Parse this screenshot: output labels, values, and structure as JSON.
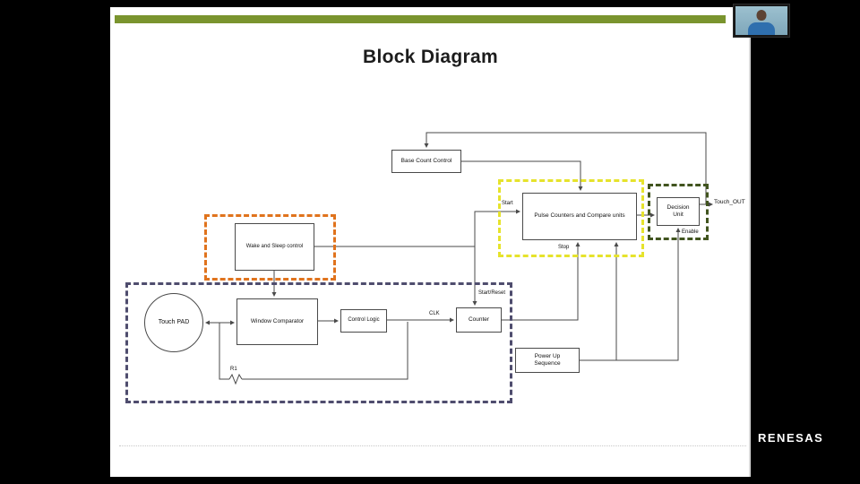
{
  "slide": {
    "title": "Block Diagram"
  },
  "branding": {
    "logo_text": "RENESAS"
  },
  "diagram": {
    "blocks": {
      "base_count_control": "Base Count Control",
      "pulse_counters": "Pulse Counters and Compare units",
      "decision_unit": "Decision Unit",
      "wake_sleep": "Wake and Sleep control",
      "touch_pad": "Touch PAD",
      "window_comparator": "Window Comparator",
      "control_logic": "Control Logic",
      "counter": "Counter",
      "power_up": "Power Up Sequence"
    },
    "labels": {
      "start": "Start",
      "stop": "Stop",
      "touch_out": "Touch_OUT",
      "enable": "Enable",
      "start_reset": "Start/Reset",
      "clk": "CLK",
      "r1": "R1"
    },
    "colors": {
      "accent_bar": "#7a942e",
      "orange_frame": "#e0731d",
      "yellow_frame": "#e6e32c",
      "green_frame": "#41541f",
      "purple_frame": "#4f4d6e"
    }
  }
}
